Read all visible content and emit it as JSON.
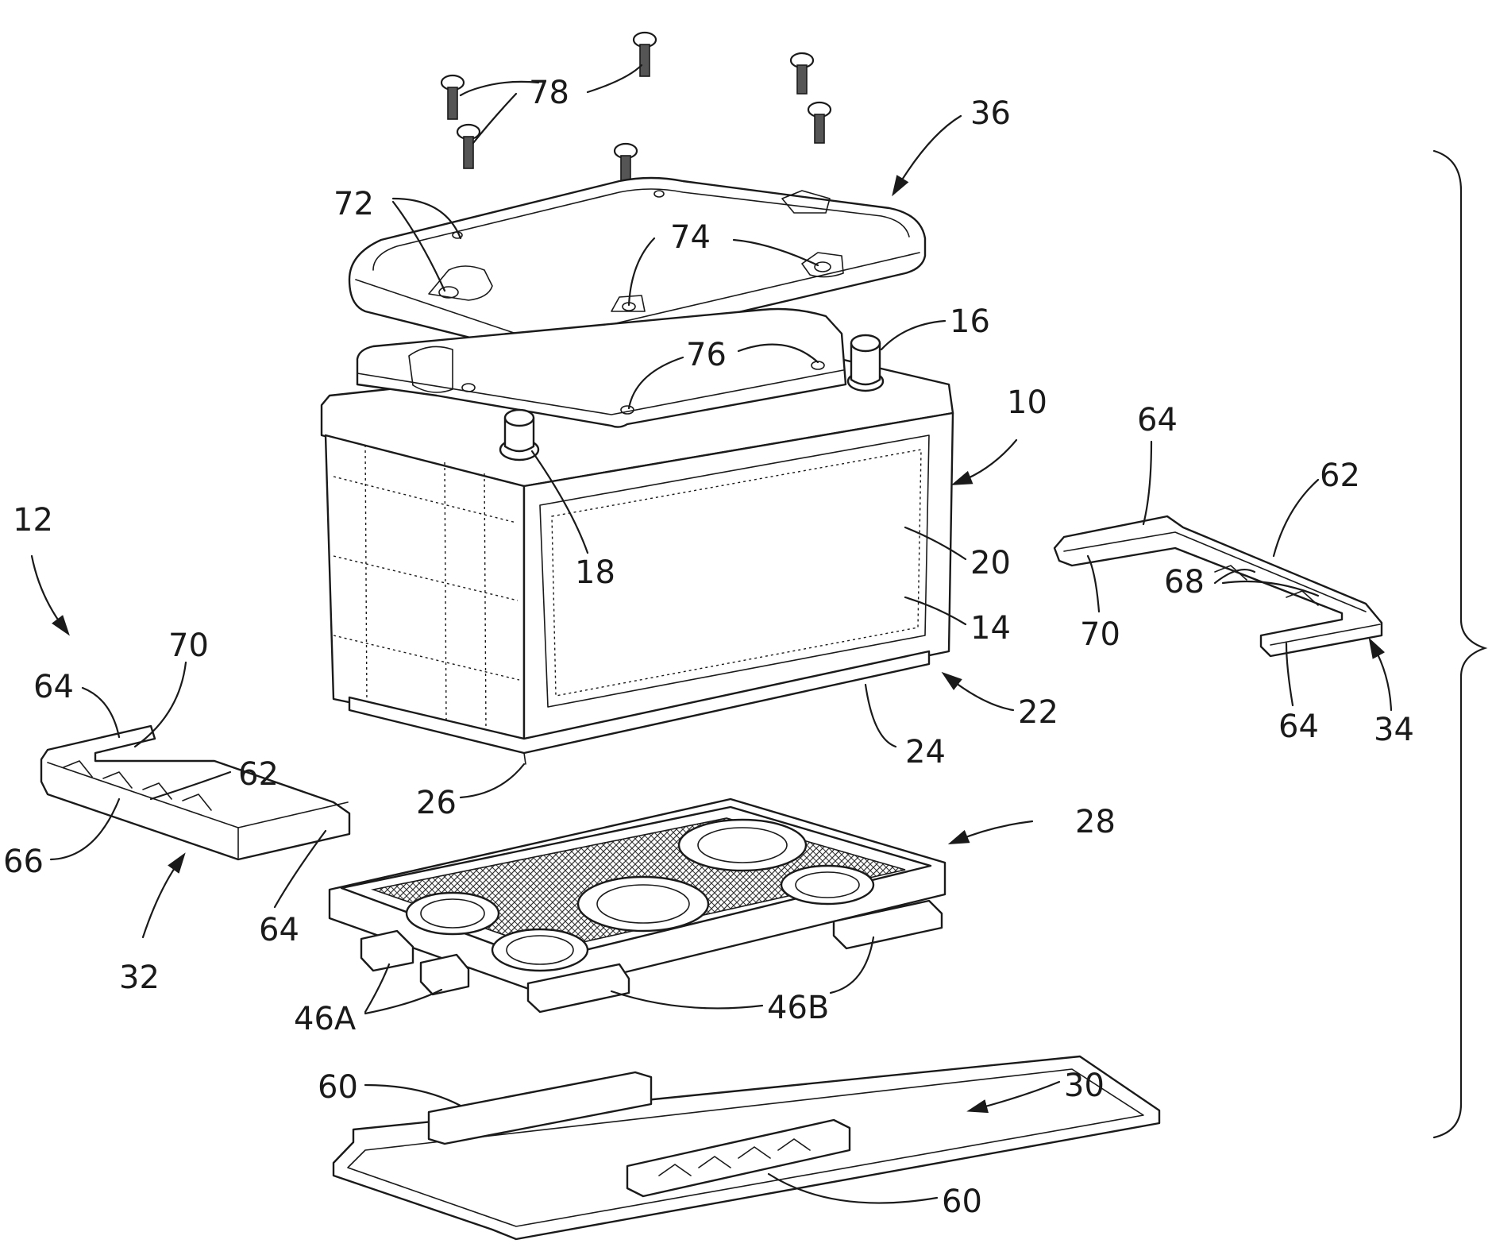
{
  "labels": {
    "screws": "78",
    "cover_assembly": "36",
    "screw_holes_cover": "72",
    "cover_hole": "74",
    "battery_holes": "76",
    "positive_terminal": "16",
    "battery": "10",
    "negative_terminal": "18",
    "housing": "20",
    "label_panel": "14",
    "base_assembly": "22",
    "base_flange": "24",
    "base_rim": "26",
    "system": "12",
    "left_clamp": "32",
    "left_clamp_end_top": "64",
    "left_clamp_end_bottom": "64",
    "left_clamp_tab": "70",
    "left_clamp_span": "62",
    "left_clamp_rib": "66",
    "right_clamp": "34",
    "right_clamp_end_top": "64",
    "right_clamp_end_bottom": "64",
    "right_clamp_span": "62",
    "right_clamp_ribs": "68",
    "right_clamp_tab": "70",
    "tray": "28",
    "tray_feet_a": "46A",
    "tray_feet_b": "46B",
    "bottom_frame": "30",
    "frame_rail_top": "60",
    "frame_rail_bottom": "60"
  }
}
